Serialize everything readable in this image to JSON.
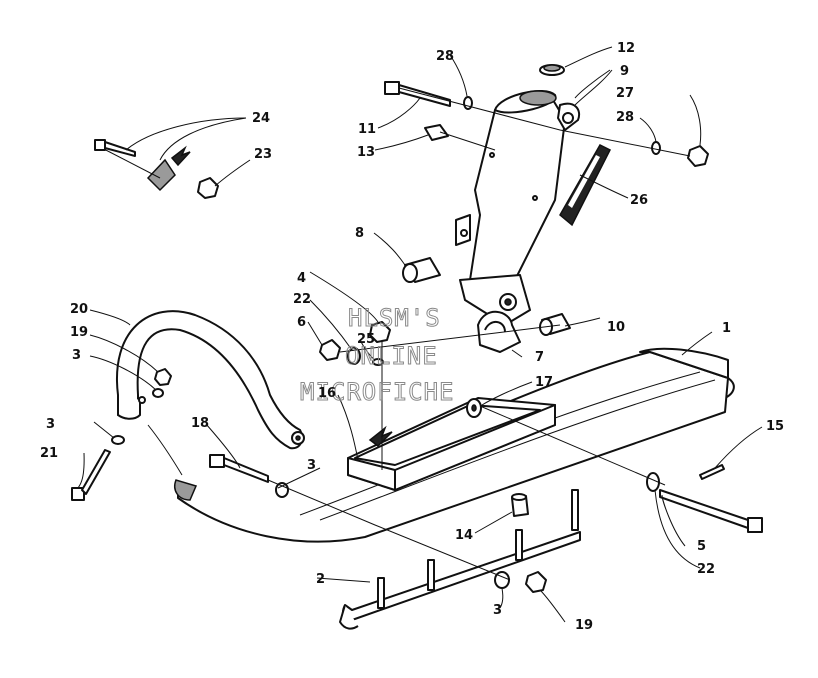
{
  "watermark": {
    "lines": [
      "HLSM'S",
      "ONLINE",
      "MICROFICHE"
    ]
  },
  "callouts": {
    "c1": "1",
    "c2": "2",
    "c3a": "3",
    "c3b": "3",
    "c3c": "3",
    "c3d": "3",
    "c4": "4",
    "c5": "5",
    "c6": "6",
    "c7": "7",
    "c8": "8",
    "c9": "9",
    "c10": "10",
    "c11": "11",
    "c12": "12",
    "c13": "13",
    "c14": "14",
    "c15": "15",
    "c16": "16",
    "c17": "17",
    "c18": "18",
    "c19a": "19",
    "c19b": "19",
    "c20": "20",
    "c21": "21",
    "c22a": "22",
    "c22b": "22",
    "c23": "23",
    "c24": "24",
    "c25": "25",
    "c26": "26",
    "c27": "27",
    "c28a": "28",
    "c28b": "28"
  }
}
